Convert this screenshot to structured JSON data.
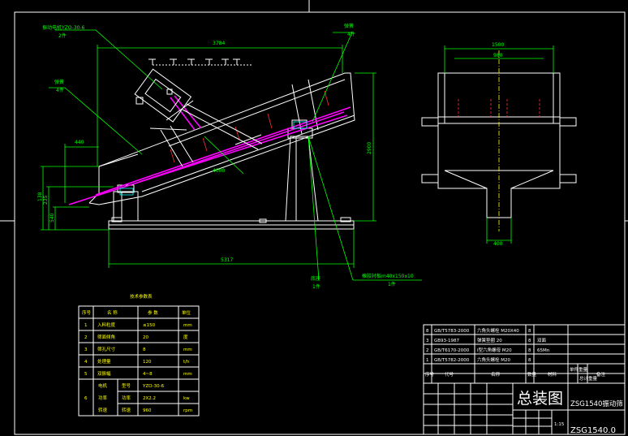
{
  "callouts": {
    "exciter": "振动电机YZO-30-6",
    "exciter_qty": "2件",
    "spring": "弹簧",
    "spring_qty": "4件",
    "spring_sup": "弹簧",
    "spring_sup_qty": "4件",
    "base": "底座",
    "base_qty": "1件",
    "feed_chute": "橡胶衬板m40x150x10",
    "feed_qty": "1件"
  },
  "dims": {
    "top_len": "3784",
    "left_440": "440",
    "screen_len": "4000",
    "total_len": "5317",
    "height": "2900",
    "h_138": "138",
    "h_235": "235",
    "h_540": "540",
    "side_1500": "1500",
    "side_980": "980",
    "side_400": "400"
  },
  "param_table": {
    "title": "技术参数表",
    "headers": [
      "序号",
      "名 称",
      "参 数",
      "单位"
    ],
    "rows": [
      [
        "1",
        "入料粒度",
        "≤150",
        "mm"
      ],
      [
        "2",
        "筛面倾角",
        "20",
        "度"
      ],
      [
        "3",
        "筛孔尺寸",
        "8",
        "mm"
      ],
      [
        "4",
        "处理量",
        "120",
        "t/h"
      ],
      [
        "5",
        "双振幅",
        "4~8",
        "mm"
      ]
    ],
    "motor": {
      "no": "6",
      "label1": "电机",
      "label2": "型号",
      "val2": "YZO-30-6",
      "label3": "功率",
      "sub3": "功率",
      "val3": "2X2.2",
      "unit3": "kw",
      "label4": "转速",
      "sub4": "转速",
      "val4": "960",
      "unit4": "rpm"
    }
  },
  "title_block": {
    "parts": [
      [
        "8",
        "GB/T5783-2000",
        "六角头螺栓 M20X40",
        "8",
        "",
        ""
      ],
      [
        "3",
        "GB93-1987",
        "弹簧垫圈 20",
        "8",
        "",
        ""
      ],
      [
        "2",
        "GB/T6170-2000",
        "I型六角螺母 M20",
        "8",
        "",
        ""
      ],
      [
        "1",
        "GB/T5782-2000",
        "六角头螺栓 M20",
        "8",
        "",
        ""
      ]
    ],
    "side_marks": [
      "双面",
      "65Mn"
    ],
    "header": [
      "序号",
      "代号",
      "名称",
      "数量",
      "材料",
      "单件重量",
      "总计重量",
      "备注"
    ],
    "drawing_title": "总装图",
    "product_name": "ZSG1540振动筛",
    "drawing_number": "ZSG1540.0",
    "scale": "1:15"
  }
}
